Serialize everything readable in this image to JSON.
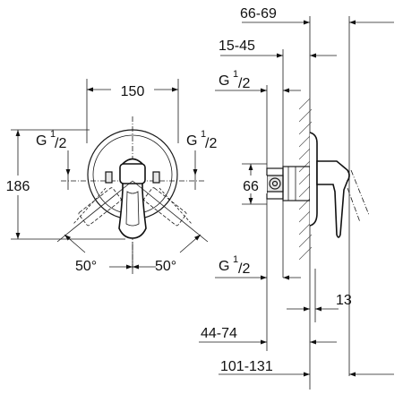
{
  "front_view": {
    "width": "150",
    "height": "186",
    "left_thread": {
      "base": "G",
      "sup": "1",
      "den": "/2"
    },
    "right_thread": {
      "base": "G",
      "sup": "1",
      "den": "/2"
    },
    "left_angle": "50°",
    "right_angle": "50°"
  },
  "side_view": {
    "dim_top": "66-69",
    "dim_second": "15-45",
    "thread_top": {
      "base": "G",
      "sup": "1",
      "den": "/2"
    },
    "body_width": "66",
    "thread_bottom": {
      "base": "G",
      "sup": "1",
      "den": "/2"
    },
    "wall_offset": "13",
    "dim_lower": "44-74",
    "dim_bottom": "101-131"
  }
}
